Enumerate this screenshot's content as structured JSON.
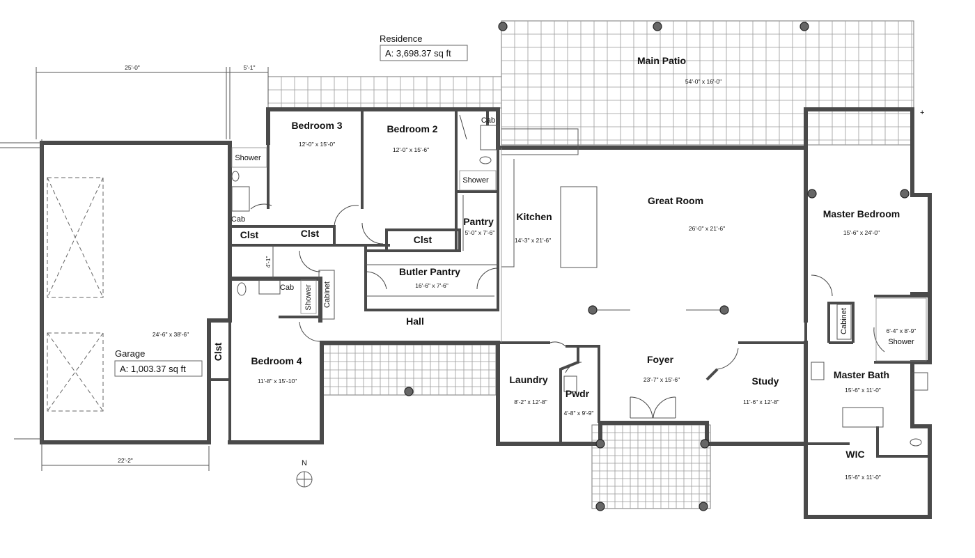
{
  "labels": {
    "residence": "Residence",
    "residence_area": "A: 3,698.37 sq ft",
    "garage": "Garage",
    "garage_area": "A: 1,003.37 sq ft",
    "north": "N",
    "dim_garage_width": "25'-0\"",
    "dim_garage_ext": "5'-1\"",
    "dim_garage_bottom": "22'-2\"",
    "dim_hall_gap": "4'-1\""
  },
  "rooms": {
    "main_patio": {
      "name": "Main Patio",
      "size": "54'-0\" x 16'-0\""
    },
    "bedroom3": {
      "name": "Bedroom 3",
      "size": "12'-0\" x 15'-0\""
    },
    "bedroom2": {
      "name": "Bedroom 2",
      "size": "12'-0\" x 15'-6\""
    },
    "great_room": {
      "name": "Great Room",
      "size": "26'-0\" x 21'-6\""
    },
    "kitchen": {
      "name": "Kitchen",
      "size": "14'-3\" x 21'-6\""
    },
    "pantry": {
      "name": "Pantry",
      "size": "5'-0\" x 7'-6\""
    },
    "butler_pantry": {
      "name": "Butler Pantry",
      "size": "16'-6\" x 7'-6\""
    },
    "master_bedroom": {
      "name": "Master Bedroom",
      "size": "15'-6\" x 24'-0\""
    },
    "garage": {
      "name": "Garage",
      "size": "24'-6\" x 38'-6\""
    },
    "bedroom4": {
      "name": "Bedroom 4",
      "size": "11'-8\" x 15'-10\""
    },
    "hall": {
      "name": "Hall"
    },
    "laundry": {
      "name": "Laundry",
      "size": "8'-2\" x 12'-8\""
    },
    "pwdr": {
      "name": "Pwdr",
      "size": "4'-8\" x 9'-9\""
    },
    "foyer": {
      "name": "Foyer",
      "size": "23'-7\" x 15'-6\""
    },
    "study": {
      "name": "Study",
      "size": "11'-6\" x 12'-8\""
    },
    "master_bath": {
      "name": "Master Bath",
      "size": "15'-6\" x 11'-0\""
    },
    "master_shower": {
      "name": "Shower",
      "size": "6'-4\" x 8'-9\""
    },
    "wic": {
      "name": "WIC",
      "size": "15'-6\" x 11'-0\""
    }
  },
  "fixtures": {
    "clst": "Clst",
    "shower": "Shower",
    "cab": "Cab",
    "cabinet": "Cabinet"
  }
}
